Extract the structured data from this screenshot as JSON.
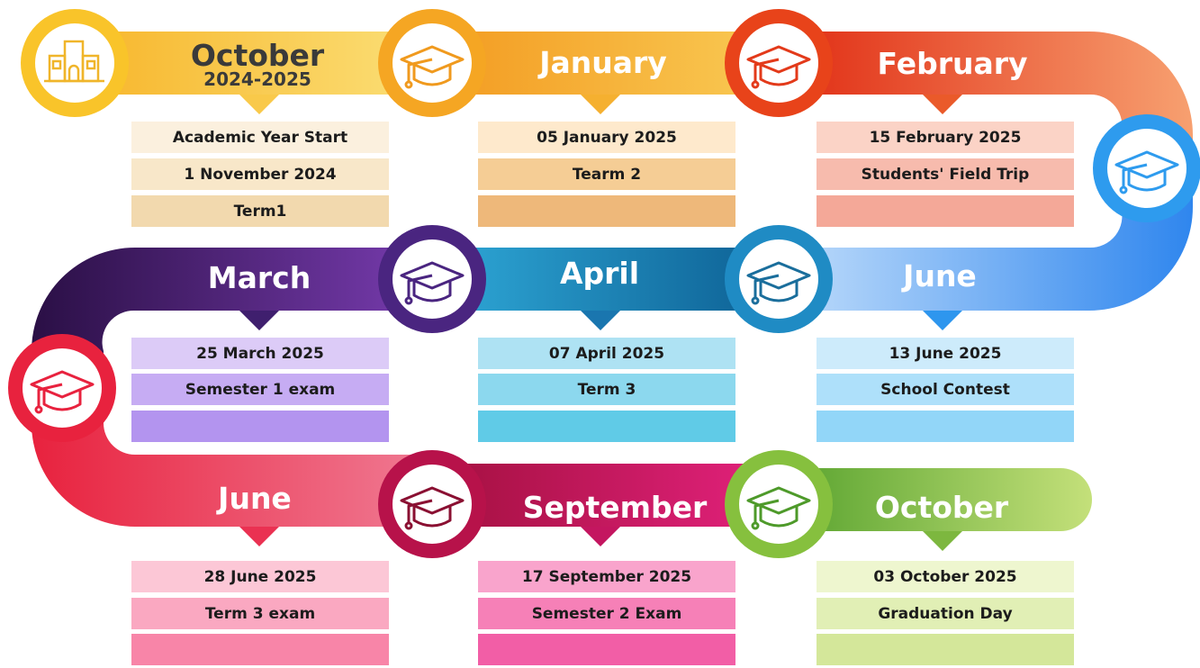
{
  "milestones": [
    {
      "title": "October",
      "subtitle": "2024-2025",
      "rows": [
        "Academic Year Start",
        "1 November 2024",
        "Term1"
      ]
    },
    {
      "title": "January",
      "rows": [
        "05 January 2025",
        "Tearm 2",
        ""
      ]
    },
    {
      "title": "February",
      "rows": [
        "15 February 2025",
        "Students' Field Trip",
        ""
      ]
    },
    {
      "title": "March",
      "rows": [
        "25 March 2025",
        "Semester 1 exam",
        ""
      ]
    },
    {
      "title": "April",
      "rows": [
        "07 April 2025",
        "Term 3",
        ""
      ]
    },
    {
      "title": "June",
      "rows": [
        "13 June 2025",
        "School Contest",
        ""
      ]
    },
    {
      "title": "June",
      "rows": [
        "28 June 2025",
        "Term 3 exam",
        ""
      ]
    },
    {
      "title": "September",
      "rows": [
        "17 September 2025",
        "Semester 2 Exam",
        ""
      ]
    },
    {
      "title": "October",
      "rows": [
        "03 October 2025",
        "Graduation Day",
        ""
      ]
    }
  ],
  "icons": [
    "school-building-icon",
    "graduation-cap-icon"
  ],
  "colors": {
    "yellow": "#F9C42A",
    "orange": "#F5A623",
    "red_orange": "#E8431A",
    "blue": "#2E9BEE",
    "purple": "#4A2580",
    "teal": "#1F8BC4",
    "red": "#E8223E",
    "crimson": "#B7124A",
    "magenta": "#D4146E",
    "green": "#86C03E"
  }
}
